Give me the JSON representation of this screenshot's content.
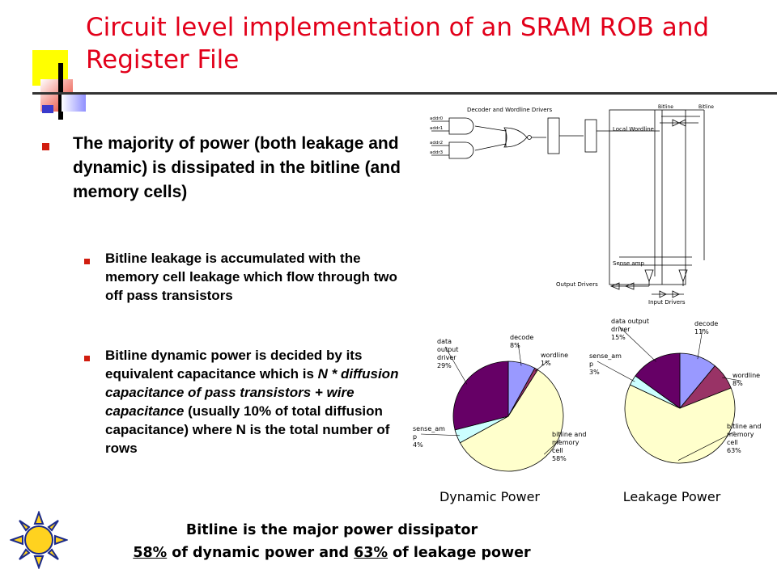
{
  "slide": {
    "title_line1": "Circuit level implementation of an SRAM ROB and",
    "title_line2": "Register File",
    "main_bullet": "The majority of power (both leakage and dynamic) is dissipated in the bitline (and memory cells)",
    "sub_bullet_1": "Bitline leakage is accumulated with the memory cell leakage which flow through two off pass transistors",
    "sub_bullet_2": {
      "part1": "Bitline dynamic power is decided by its equivalent capacitance which is ",
      "italic": "N * diffusion capacitance of pass transistors + wire capacitance",
      "part2": " (usually 10% of total diffusion capacitance) where N is the total number of rows"
    },
    "footer": {
      "line1": "Bitline is the major power dissipator",
      "line2_pct1": "58%",
      "line2_mid": " of dynamic power and ",
      "line2_pct2": "63%",
      "line2_end": " of leakage power"
    }
  },
  "schematic": {
    "label_decoder": "Decoder and Wordline Drivers",
    "label_bitline": "Bitline",
    "label_bitline_bar": "Bitline",
    "label_local_wordline": "Local Wordline",
    "label_sense_amp": "Sense amp",
    "label_output_drivers": "Output Drivers",
    "label_input_drivers": "Input Drivers",
    "addr_labels": [
      "addr0",
      "addr1",
      "addr2",
      "addr3"
    ]
  },
  "chart_data": [
    {
      "type": "pie",
      "caption": "Dynamic Power",
      "slices": [
        {
          "label_lines": [
            "decode",
            "8%"
          ],
          "value": 8,
          "color": "#9999ff"
        },
        {
          "label_lines": [
            "wordline",
            "1%"
          ],
          "value": 1,
          "color": "#993366"
        },
        {
          "label_lines": [
            "bitline and",
            "memory",
            "cell",
            "58%"
          ],
          "value": 58,
          "color": "#ffffcc"
        },
        {
          "label_lines": [
            "sense_am",
            "p",
            "4%"
          ],
          "value": 4,
          "color": "#ccffff"
        },
        {
          "label_lines": [
            "data",
            "output",
            "driver",
            "29%"
          ],
          "value": 29,
          "color": "#660066"
        }
      ]
    },
    {
      "type": "pie",
      "caption": "Leakage Power",
      "slices": [
        {
          "label_lines": [
            "decode",
            "11%"
          ],
          "value": 11,
          "color": "#9999ff"
        },
        {
          "label_lines": [
            "wordline",
            "8%"
          ],
          "value": 8,
          "color": "#993366"
        },
        {
          "label_lines": [
            "bitline and",
            "memory",
            "cell",
            "63%"
          ],
          "value": 63,
          "color": "#ffffcc"
        },
        {
          "label_lines": [
            "sense_am",
            "p",
            "3%"
          ],
          "value": 3,
          "color": "#ccffff"
        },
        {
          "label_lines": [
            "data output",
            "driver",
            "15%"
          ],
          "value": 15,
          "color": "#660066"
        }
      ]
    }
  ]
}
